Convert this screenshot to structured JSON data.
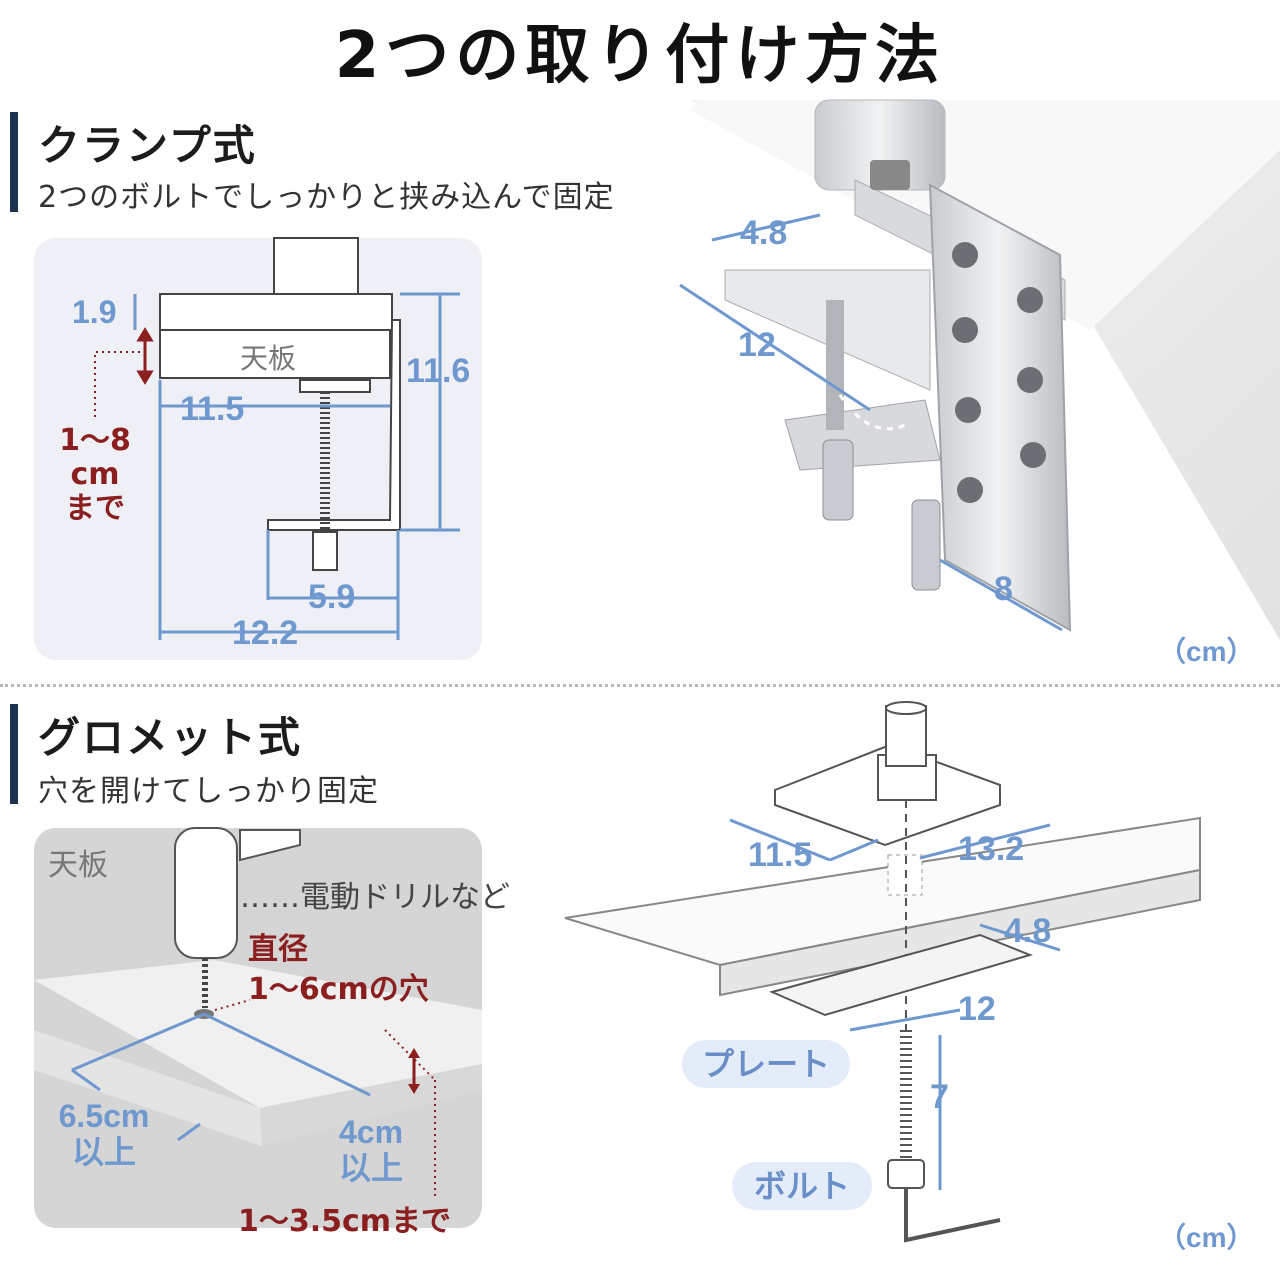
{
  "title": "2つの取り付け方法",
  "clamp": {
    "heading": "クランプ式",
    "subtitle": "2つのボルトでしっかりと挟み込んで固定",
    "desk_label": "天板",
    "dims": {
      "top_thickness": "1.9",
      "total_height": "11.6",
      "inner_depth": "11.5",
      "foot_width": "5.9",
      "total_depth": "12.2"
    },
    "range_lines": [
      "1〜8",
      "cm",
      "まで"
    ],
    "photo_dims": {
      "width": "4.8",
      "length": "12",
      "plate": "8"
    },
    "unit": "（cm）"
  },
  "grommet": {
    "heading": "グロメット式",
    "subtitle": "穴を開けてしっかり固定",
    "desk_label": "天板",
    "drill_label": "……電動ドリルなど",
    "hole_lines": [
      "直径",
      "1〜6cmの穴"
    ],
    "margin_a_lines": [
      "6.5cm",
      "以上"
    ],
    "margin_b_lines": [
      "4cm",
      "以上"
    ],
    "thickness": "1〜3.5cmまで",
    "dims": {
      "left": "11.5",
      "right": "13.2",
      "plate_width": "4.8",
      "plate_length": "12",
      "bolt_length": "7"
    },
    "plate_label": "プレート",
    "bolt_label": "ボルト",
    "unit": "（cm）"
  },
  "colors": {
    "dimension": "#6f98cf",
    "accent_red": "#8b1e1e",
    "bar": "#1f3350",
    "panel": "#eef0f6"
  }
}
